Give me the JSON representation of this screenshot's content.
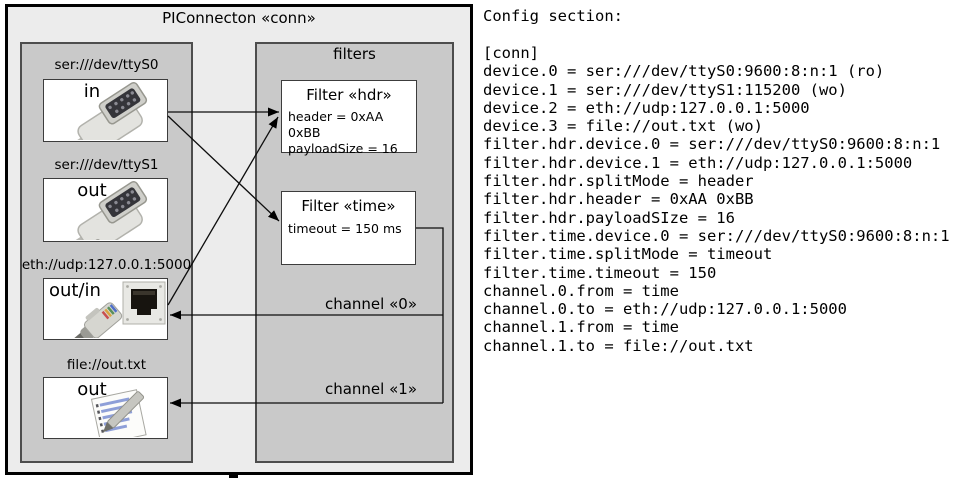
{
  "diagram": {
    "title": "PIConnecton «conn»",
    "devices_panel": {
      "devices": [
        {
          "label": "ser:///dev/ttyS0",
          "direction": "in",
          "icon": "serial-connector"
        },
        {
          "label": "ser:///dev/ttyS1",
          "direction": "out",
          "icon": "serial-connector"
        },
        {
          "label": "eth://udp:127.0.0.1:5000",
          "direction": "out/in",
          "icon": "ethernet-connector"
        },
        {
          "label": "file://out.txt",
          "direction": "out",
          "icon": "notepad"
        }
      ]
    },
    "filters_panel": {
      "title": "filters",
      "filters": [
        {
          "title": "Filter «hdr»",
          "properties": [
            "header = 0xAA 0xBB",
            "payloadSize = 16"
          ]
        },
        {
          "title": "Filter «time»",
          "properties": [
            "timeout = 150 ms"
          ]
        }
      ]
    },
    "channels": [
      {
        "label": "channel «0»"
      },
      {
        "label": "channel «1»"
      }
    ]
  },
  "config": {
    "heading": "Config section:",
    "lines": [
      "[conn]",
      "device.0 = ser:///dev/ttyS0:9600:8:n:1 (ro)",
      "device.1 = ser:///dev/ttyS1:115200 (wo)",
      "device.2 = eth://udp:127.0.0.1:5000",
      "device.3 = file://out.txt (wo)",
      "filter.hdr.device.0 = ser:///dev/ttyS0:9600:8:n:1",
      "filter.hdr.device.1 = eth://udp:127.0.0.1:5000",
      "filter.hdr.splitMode = header",
      "filter.hdr.header = 0xAA 0xBB",
      "filter.hdr.payloadSIze = 16",
      "filter.time.device.0 = ser:///dev/ttyS0:9600:8:n:1",
      "filter.time.splitMode = timeout",
      "filter.time.timeout = 150",
      "channel.0.from = time",
      "channel.0.to = eth://udp:127.0.0.1:5000",
      "channel.1.from = time",
      "channel.1.to = file://out.txt"
    ]
  },
  "colors": {
    "canvas_fill": "#ececec",
    "panel_fill": "#c9c9c9",
    "node_fill": "#ffffff",
    "line_color": "#000000"
  }
}
